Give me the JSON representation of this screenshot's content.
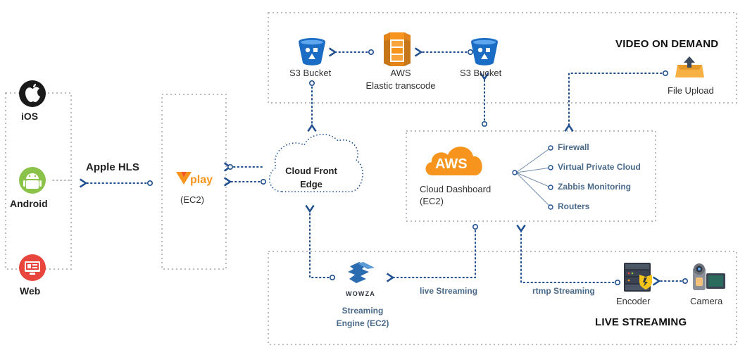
{
  "clients": {
    "ios": "iOS",
    "android": "Android",
    "web": "Web"
  },
  "edges": {
    "apple_hls": "Apple HLS",
    "live_streaming": "live Streaming",
    "rtmp_streaming": "rtmp Streaming"
  },
  "player": {
    "logo_text": "play",
    "label": "(EC2)"
  },
  "cloudfront": {
    "line1": "Cloud Front",
    "line2": "Edge"
  },
  "vod": {
    "title": "VIDEO ON DEMAND",
    "s3_left": "S3 Bucket",
    "aws_line1": "AWS",
    "aws_line2": "Elastic transcode",
    "s3_right": "S3 Bucket",
    "file_upload": "File Upload"
  },
  "dashboard": {
    "logo_text": "AWS",
    "line1": "Cloud Dashboard",
    "line2": "(EC2)",
    "services": [
      "Firewall",
      "Virtual Private Cloud",
      "Zabbis Monitoring",
      "Routers"
    ]
  },
  "live": {
    "title": "LIVE STREAMING",
    "wowza_logo": "WOWZA",
    "wowza_line1": "Streaming",
    "wowza_line2": "Engine (EC2)",
    "encoder": "Encoder",
    "camera": "Camera"
  },
  "colors": {
    "dotted_box": "#b9bdc3",
    "connector": "#1f4f8f",
    "s3_blue": "#1a6cc4",
    "aws_orange": "#f7941d",
    "ios_black": "#1a1a1a",
    "android_green": "#8bc34a",
    "web_red": "#e8453c",
    "wowza_blue": "#2b6cb0"
  }
}
